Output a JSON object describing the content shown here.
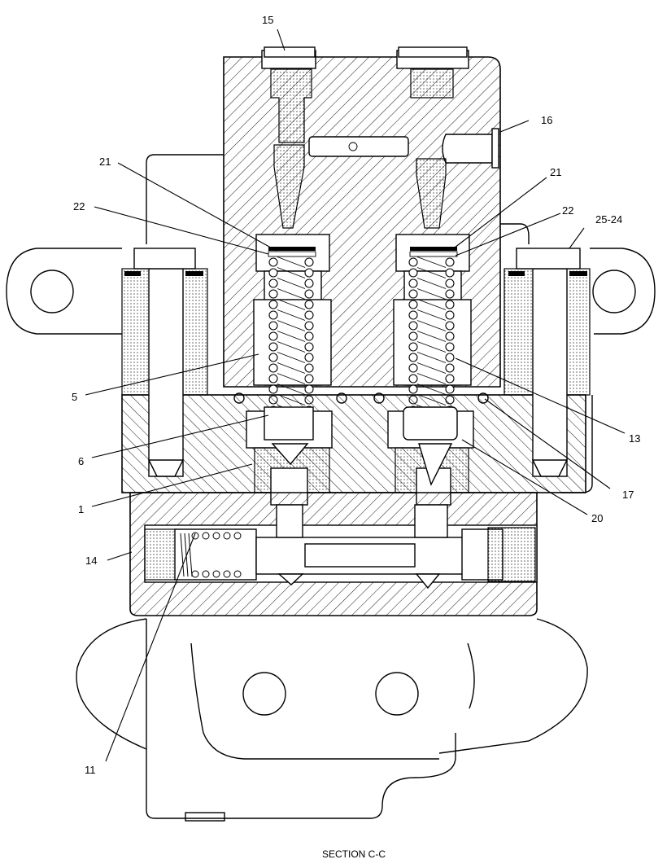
{
  "caption": "SECTION C-C",
  "callouts": [
    {
      "id": "c15",
      "text": "15"
    },
    {
      "id": "c16",
      "text": "16"
    },
    {
      "id": "c21a",
      "text": "21"
    },
    {
      "id": "c22a",
      "text": "22"
    },
    {
      "id": "c21b",
      "text": "21"
    },
    {
      "id": "c22b",
      "text": "22"
    },
    {
      "id": "c2524",
      "text": "25-24"
    },
    {
      "id": "c5",
      "text": "5"
    },
    {
      "id": "c13",
      "text": "13"
    },
    {
      "id": "c6",
      "text": "6"
    },
    {
      "id": "c17",
      "text": "17"
    },
    {
      "id": "c1",
      "text": "1"
    },
    {
      "id": "c20",
      "text": "20"
    },
    {
      "id": "c14",
      "text": "14"
    },
    {
      "id": "c11",
      "text": "11"
    }
  ]
}
